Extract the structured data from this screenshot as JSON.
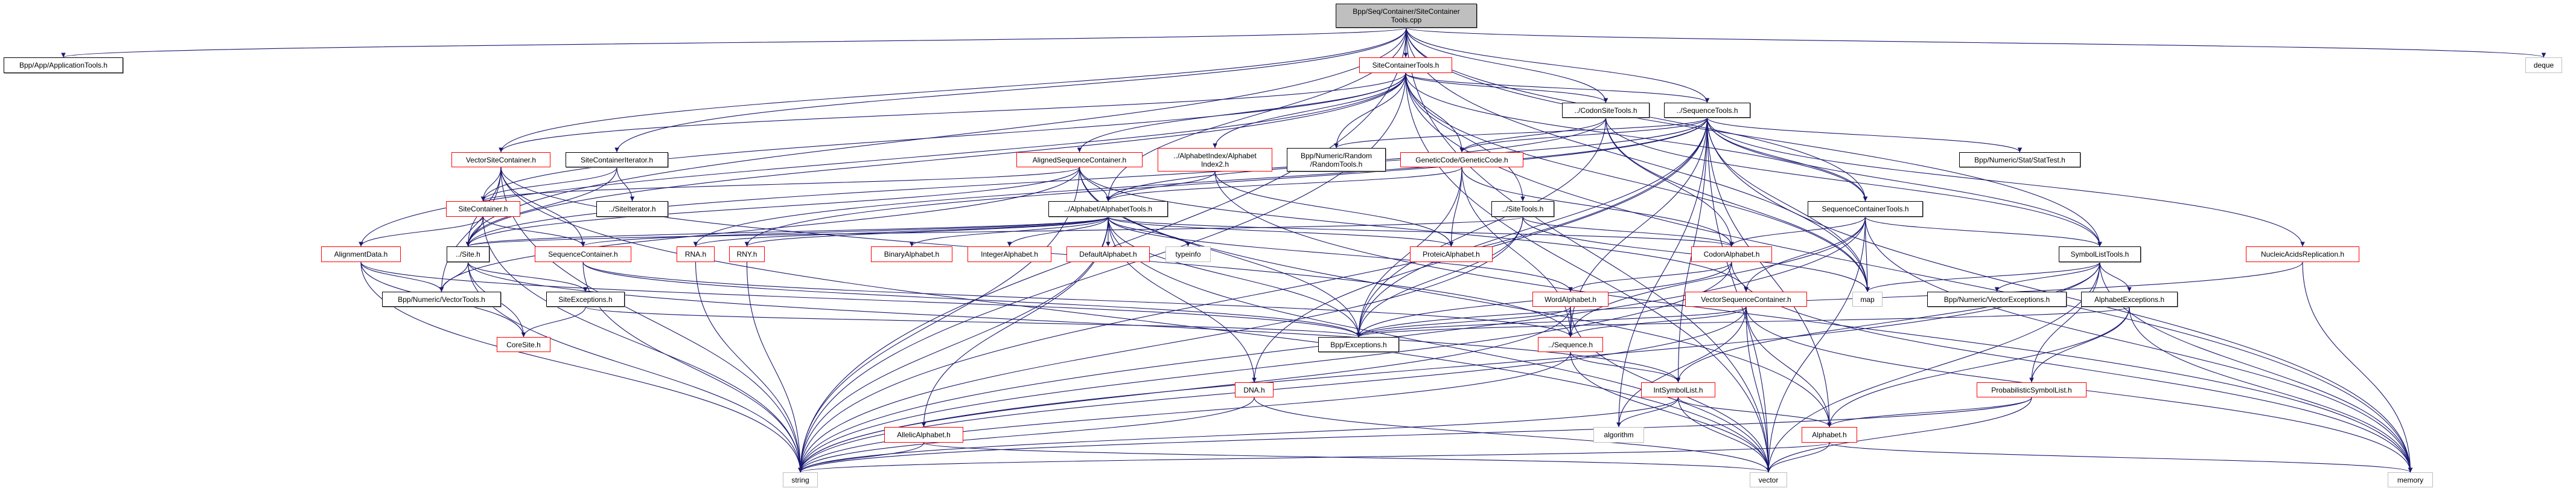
{
  "graph": {
    "colors": {
      "edge": "#191970",
      "truncated_border": "#ff0000",
      "external_border": "#bfbfbf",
      "root_fill": "#bfbfbf",
      "node_border": "#000000"
    },
    "nodes": {
      "root": {
        "label": "Bpp/Seq/Container/SiteContainer\nTools.cpp",
        "kind": "root"
      },
      "apptools": {
        "label": "Bpp/App/ApplicationTools.h",
        "kind": "black"
      },
      "sctools": {
        "label": "SiteContainerTools.h",
        "kind": "red"
      },
      "deque": {
        "label": "deque",
        "kind": "gray"
      },
      "codonsite": {
        "label": "../CodonSiteTools.h",
        "kind": "black"
      },
      "seqtools": {
        "label": "../SequenceTools.h",
        "kind": "black"
      },
      "vsc": {
        "label": "VectorSiteContainer.h",
        "kind": "red"
      },
      "sci": {
        "label": "SiteContainerIterator.h",
        "kind": "black"
      },
      "aligned": {
        "label": "AlignedSequenceContainer.h",
        "kind": "red"
      },
      "aidx2": {
        "label": "../AlphabetIndex/Alphabet\nIndex2.h",
        "kind": "red"
      },
      "random": {
        "label": "Bpp/Numeric/Random\n/RandomTools.h",
        "kind": "black"
      },
      "gencode": {
        "label": "GeneticCode/GeneticCode.h",
        "kind": "red"
      },
      "stattest": {
        "label": "Bpp/Numeric/Stat/StatTest.h",
        "kind": "black"
      },
      "sc": {
        "label": "SiteContainer.h",
        "kind": "red"
      },
      "siteiter": {
        "label": "../SiteIterator.h",
        "kind": "black"
      },
      "alphatools": {
        "label": "../Alphabet/AlphabetTools.h",
        "kind": "black"
      },
      "sitetools": {
        "label": "../SiteTools.h",
        "kind": "black"
      },
      "seqctools": {
        "label": "SequenceContainerTools.h",
        "kind": "black"
      },
      "alignment": {
        "label": "AlignmentData.h",
        "kind": "red"
      },
      "site": {
        "label": "../Site.h",
        "kind": "black"
      },
      "seqcont": {
        "label": "SequenceContainer.h",
        "kind": "red"
      },
      "rna": {
        "label": "RNA.h",
        "kind": "red"
      },
      "rny": {
        "label": "RNY.h",
        "kind": "red"
      },
      "binary": {
        "label": "BinaryAlphabet.h",
        "kind": "red"
      },
      "integer": {
        "label": "IntegerAlphabet.h",
        "kind": "red"
      },
      "default": {
        "label": "DefaultAlphabet.h",
        "kind": "red"
      },
      "typeinfo": {
        "label": "typeinfo",
        "kind": "gray"
      },
      "proteic": {
        "label": "ProteicAlphabet.h",
        "kind": "red"
      },
      "codon": {
        "label": "CodonAlphabet.h",
        "kind": "red"
      },
      "symtools": {
        "label": "SymbolListTools.h",
        "kind": "black"
      },
      "nucrep": {
        "label": "NucleicAcidsReplication.h",
        "kind": "red"
      },
      "vectools": {
        "label": "Bpp/Numeric/VectorTools.h",
        "kind": "black"
      },
      "siteexc": {
        "label": "SiteExceptions.h",
        "kind": "black"
      },
      "word": {
        "label": "WordAlphabet.h",
        "kind": "red"
      },
      "vseqc": {
        "label": "VectorSequenceContainer.h",
        "kind": "red"
      },
      "map": {
        "label": "map",
        "kind": "gray"
      },
      "vecexc": {
        "label": "Bpp/Numeric/VectorExceptions.h",
        "kind": "black"
      },
      "alphexc": {
        "label": "AlphabetExceptions.h",
        "kind": "black"
      },
      "coresite": {
        "label": "CoreSite.h",
        "kind": "red"
      },
      "exceptions": {
        "label": "Bpp/Exceptions.h",
        "kind": "black"
      },
      "sequence": {
        "label": "../Sequence.h",
        "kind": "red"
      },
      "dna": {
        "label": "DNA.h",
        "kind": "red"
      },
      "intsym": {
        "label": "IntSymbolList.h",
        "kind": "red"
      },
      "probsym": {
        "label": "ProbabilisticSymbolList.h",
        "kind": "red"
      },
      "allelic": {
        "label": "AllelicAlphabet.h",
        "kind": "red"
      },
      "algorithm": {
        "label": "algorithm",
        "kind": "gray"
      },
      "alphabet": {
        "label": "Alphabet.h",
        "kind": "red"
      },
      "string": {
        "label": "string",
        "kind": "gray"
      },
      "vector": {
        "label": "vector",
        "kind": "gray"
      },
      "memory": {
        "label": "memory",
        "kind": "gray"
      }
    },
    "edges": [
      [
        "root",
        "apptools"
      ],
      [
        "root",
        "sctools"
      ],
      [
        "root",
        "deque"
      ],
      [
        "root",
        "codonsite"
      ],
      [
        "root",
        "seqtools"
      ],
      [
        "root",
        "vsc"
      ],
      [
        "root",
        "sci"
      ],
      [
        "root",
        "alphatools"
      ],
      [
        "root",
        "seqctools"
      ],
      [
        "root",
        "symtools"
      ],
      [
        "root",
        "string"
      ],
      [
        "root",
        "vector"
      ],
      [
        "root",
        "map"
      ],
      [
        "root",
        "site"
      ],
      [
        "sctools",
        "vsc"
      ],
      [
        "sctools",
        "aligned"
      ],
      [
        "sctools",
        "aidx2"
      ],
      [
        "sctools",
        "random"
      ],
      [
        "sctools",
        "gencode"
      ],
      [
        "sctools",
        "sitetools"
      ],
      [
        "sctools",
        "codonsite"
      ],
      [
        "sctools",
        "seqtools"
      ],
      [
        "sctools",
        "alignment"
      ],
      [
        "sctools",
        "sc"
      ],
      [
        "sctools",
        "seqctools"
      ],
      [
        "sctools",
        "site"
      ],
      [
        "sctools",
        "vector"
      ],
      [
        "sctools",
        "memory"
      ],
      [
        "sctools",
        "string"
      ],
      [
        "sctools",
        "map"
      ],
      [
        "codonsite",
        "gencode"
      ],
      [
        "codonsite",
        "codon"
      ],
      [
        "codonsite",
        "site"
      ],
      [
        "codonsite",
        "symtools"
      ],
      [
        "codonsite",
        "exceptions"
      ],
      [
        "codonsite",
        "map"
      ],
      [
        "seqtools",
        "gencode"
      ],
      [
        "seqtools",
        "random"
      ],
      [
        "seqtools",
        "stattest"
      ],
      [
        "seqtools",
        "nucrep"
      ],
      [
        "seqtools",
        "symtools"
      ],
      [
        "seqtools",
        "sequence"
      ],
      [
        "seqtools",
        "dna"
      ],
      [
        "seqtools",
        "rna"
      ],
      [
        "seqtools",
        "rny"
      ],
      [
        "seqtools",
        "alphatools"
      ],
      [
        "seqtools",
        "seqctools"
      ],
      [
        "seqtools",
        "exceptions"
      ],
      [
        "seqtools",
        "string"
      ],
      [
        "seqtools",
        "vector"
      ],
      [
        "seqtools",
        "map"
      ],
      [
        "seqtools",
        "memory"
      ],
      [
        "seqtools",
        "algorithm"
      ],
      [
        "seqtools",
        "alphabet"
      ],
      [
        "seqtools",
        "intsym"
      ],
      [
        "vsc",
        "sc"
      ],
      [
        "vsc",
        "site"
      ],
      [
        "vsc",
        "seqcont"
      ],
      [
        "vsc",
        "vectools"
      ],
      [
        "vsc",
        "sequence"
      ],
      [
        "vsc",
        "string"
      ],
      [
        "vsc",
        "vector"
      ],
      [
        "sci",
        "sc"
      ],
      [
        "sci",
        "siteiter"
      ],
      [
        "sci",
        "site"
      ],
      [
        "aligned",
        "sc"
      ],
      [
        "aligned",
        "site"
      ],
      [
        "aligned",
        "vseqc"
      ],
      [
        "aligned",
        "exceptions"
      ],
      [
        "aligned",
        "string"
      ],
      [
        "aligned",
        "alphabet"
      ],
      [
        "aligned",
        "alphatools"
      ],
      [
        "aligned",
        "vectools"
      ],
      [
        "aidx2",
        "alphatools"
      ],
      [
        "aidx2",
        "proteic"
      ],
      [
        "aidx2",
        "memory"
      ],
      [
        "gencode",
        "proteic"
      ],
      [
        "gencode",
        "codon"
      ],
      [
        "gencode",
        "exceptions"
      ],
      [
        "gencode",
        "alphatools"
      ],
      [
        "gencode",
        "sequence"
      ],
      [
        "sc",
        "alignment"
      ],
      [
        "sc",
        "site"
      ],
      [
        "sc",
        "seqcont"
      ],
      [
        "sc",
        "string"
      ],
      [
        "sitetools",
        "site"
      ],
      [
        "sitetools",
        "codon"
      ],
      [
        "sitetools",
        "exceptions"
      ],
      [
        "sitetools",
        "map"
      ],
      [
        "sitetools",
        "string"
      ],
      [
        "seqctools",
        "codon"
      ],
      [
        "seqctools",
        "symtools"
      ],
      [
        "seqctools",
        "vseqc"
      ],
      [
        "seqctools",
        "sequence"
      ],
      [
        "seqctools",
        "map"
      ],
      [
        "seqctools",
        "memory"
      ],
      [
        "seqctools",
        "string"
      ],
      [
        "seqctools",
        "vector"
      ],
      [
        "alphatools",
        "rna"
      ],
      [
        "alphatools",
        "rny"
      ],
      [
        "alphatools",
        "binary"
      ],
      [
        "alphatools",
        "integer"
      ],
      [
        "alphatools",
        "default"
      ],
      [
        "alphatools",
        "typeinfo"
      ],
      [
        "alphatools",
        "dna"
      ],
      [
        "alphatools",
        "proteic"
      ],
      [
        "alphatools",
        "codon"
      ],
      [
        "alphatools",
        "allelic"
      ],
      [
        "alphatools",
        "word"
      ],
      [
        "alphatools",
        "string"
      ],
      [
        "alphatools",
        "vector"
      ],
      [
        "alphatools",
        "exceptions"
      ],
      [
        "alphatools",
        "site"
      ],
      [
        "alphatools",
        "seqcont"
      ],
      [
        "alignment",
        "vectools"
      ],
      [
        "alignment",
        "coresite"
      ],
      [
        "alignment",
        "string"
      ],
      [
        "alignment",
        "exceptions"
      ],
      [
        "site",
        "vectools"
      ],
      [
        "site",
        "siteexc"
      ],
      [
        "site",
        "coresite"
      ],
      [
        "site",
        "intsym"
      ],
      [
        "site",
        "string"
      ],
      [
        "seqcont",
        "sequence"
      ],
      [
        "seqcont",
        "exceptions"
      ],
      [
        "seqcont",
        "string"
      ],
      [
        "siteexc",
        "coresite"
      ],
      [
        "siteexc",
        "exceptions"
      ],
      [
        "rna",
        "string"
      ],
      [
        "rny",
        "string"
      ],
      [
        "codon",
        "word"
      ],
      [
        "codon",
        "string"
      ],
      [
        "codon",
        "exceptions"
      ],
      [
        "codon",
        "memory"
      ],
      [
        "word",
        "sequence"
      ],
      [
        "word",
        "exceptions"
      ],
      [
        "word",
        "string"
      ],
      [
        "word",
        "vector"
      ],
      [
        "vseqc",
        "sequence"
      ],
      [
        "vseqc",
        "exceptions"
      ],
      [
        "vseqc",
        "alphabet"
      ],
      [
        "vseqc",
        "algorithm"
      ],
      [
        "vseqc",
        "vector"
      ],
      [
        "vseqc",
        "memory"
      ],
      [
        "vseqc",
        "string"
      ],
      [
        "sequence",
        "intsym"
      ],
      [
        "sequence",
        "string"
      ],
      [
        "sequence",
        "vector"
      ],
      [
        "intsym",
        "algorithm"
      ],
      [
        "intsym",
        "alphabet"
      ],
      [
        "intsym",
        "vector"
      ],
      [
        "intsym",
        "string"
      ],
      [
        "symtools",
        "vecexc"
      ],
      [
        "symtools",
        "alphexc"
      ],
      [
        "symtools",
        "intsym"
      ],
      [
        "symtools",
        "map"
      ],
      [
        "symtools",
        "memory"
      ],
      [
        "symtools",
        "probsym"
      ],
      [
        "symtools",
        "string"
      ],
      [
        "symtools",
        "vector"
      ],
      [
        "alphexc",
        "alphabet"
      ],
      [
        "alphexc",
        "memory"
      ],
      [
        "alphexc",
        "exceptions"
      ],
      [
        "alphexc",
        "probsym"
      ],
      [
        "probsym",
        "alphabet"
      ],
      [
        "probsym",
        "string"
      ],
      [
        "probsym",
        "vector"
      ],
      [
        "alphabet",
        "string"
      ],
      [
        "alphabet",
        "vector"
      ],
      [
        "alphabet",
        "memory"
      ],
      [
        "dna",
        "string"
      ],
      [
        "dna",
        "vector"
      ],
      [
        "allelic",
        "string"
      ],
      [
        "allelic",
        "vector"
      ],
      [
        "nucrep",
        "memory"
      ],
      [
        "nucrep",
        "exceptions"
      ]
    ]
  }
}
